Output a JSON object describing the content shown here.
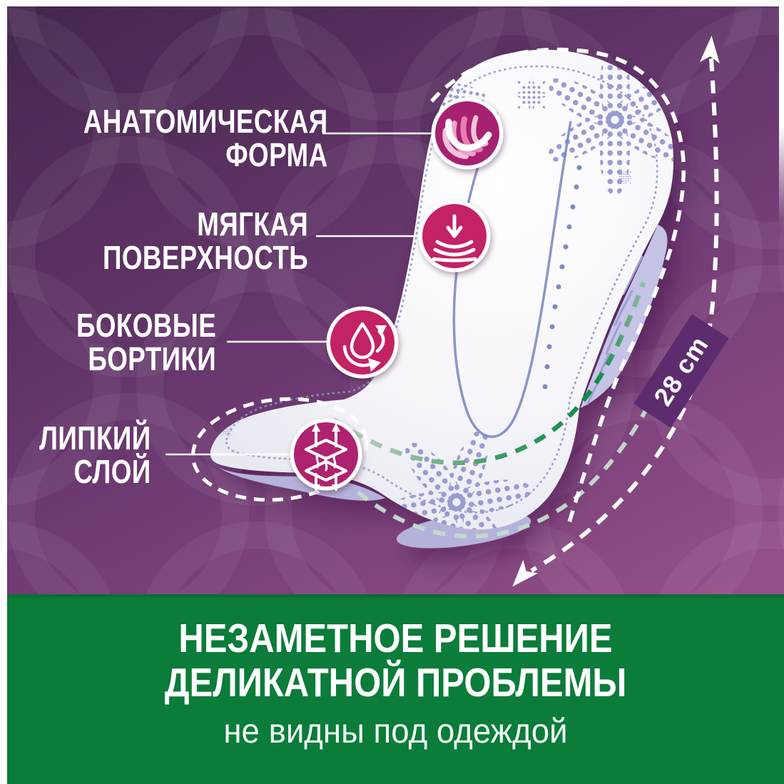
{
  "product": {
    "type": "incontinence-pad-infographic",
    "accent_purple": "#5d2c6e",
    "background_top": "#44254d",
    "background_bottom": "#9d5590",
    "pad_color": "#f4f4f9",
    "pad_lavender": "#b7b4dd"
  },
  "features": [
    {
      "id": "anatomical-shape",
      "label_lines": [
        "АНАТОМИЧЕСКАЯ",
        "ФОРМА"
      ],
      "icon": "fan-petals-icon",
      "icon_color": "#a62070"
    },
    {
      "id": "soft-surface",
      "label_lines": [
        "МЯГКАЯ",
        "ПОВЕРХНОСТЬ"
      ],
      "icon": "press-down-icon",
      "icon_color": "#c32365"
    },
    {
      "id": "side-barriers",
      "label_lines": [
        "БОКОВЫЕ",
        "БОРТИКИ"
      ],
      "icon": "droplet-arrows-icon",
      "icon_color": "#c32365"
    },
    {
      "id": "adhesive-layer",
      "label_lines": [
        "ЛИПКИЙ",
        "СЛОЙ"
      ],
      "icon": "layers-arrows-icon",
      "icon_color": "#ae2170"
    }
  ],
  "measurement": {
    "value": "28 cm",
    "badge_color": "#5d2c6e"
  },
  "banner": {
    "bg_color": "#0b7c3a",
    "title_line1": "НЕЗАМЕТНОЕ РЕШЕНИЕ",
    "title_line2": "ДЕЛИКАТНОЙ ПРОБЛЕМЫ",
    "subtitle": "не видны под одеждой"
  }
}
